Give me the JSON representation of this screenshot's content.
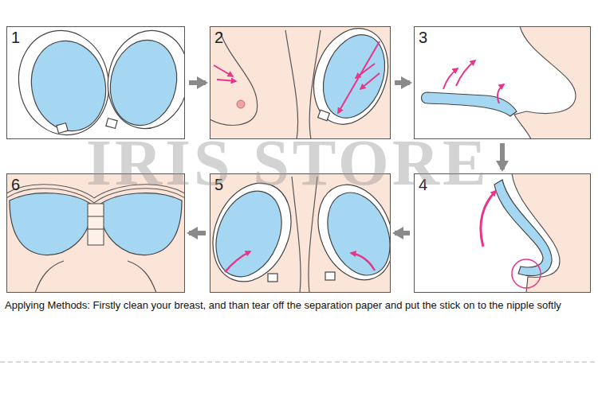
{
  "diagram": {
    "caption": "Applying Methods: Firstly clean your breast, and than tear off the separation paper and put the stick on to the nipple softly",
    "nodes": [
      {
        "text": [
          "1"
        ]
      },
      {
        "text": [
          "2"
        ]
      },
      {
        "text": [
          "3"
        ]
      },
      {
        "text": [
          "4"
        ]
      },
      {
        "text": [
          "5"
        ]
      },
      {
        "text": [
          "6"
        ]
      }
    ],
    "edges": [
      {
        "from": 0,
        "to": 1,
        "arrow": "to"
      },
      {
        "from": 1,
        "to": 2,
        "arrow": "to"
      },
      {
        "from": 2,
        "to": 3,
        "arrow": "to"
      },
      {
        "from": 3,
        "to": 4,
        "arrow": "to"
      },
      {
        "from": 4,
        "to": 5,
        "arrow": "to"
      }
    ],
    "labels": [
      "IRIS STORE"
    ]
  }
}
